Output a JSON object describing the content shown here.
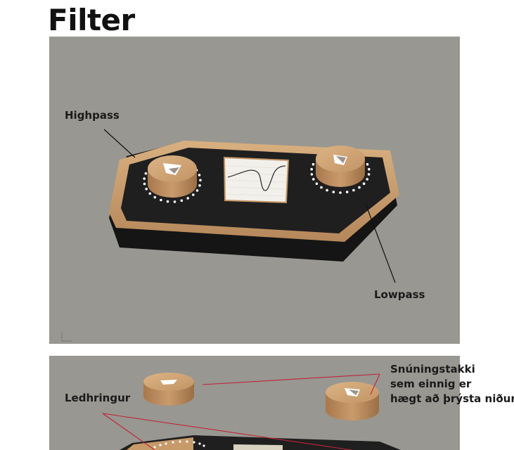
{
  "title": "Filter",
  "top_panel": {
    "label_highpass": "Highpass",
    "label_lowpass": "Lowpass"
  },
  "bottom_panel": {
    "label_ledhringur": "Ledhringur",
    "knob_desc_lines": [
      "Snúningstakki",
      "sem einnig er",
      "hægt að þrýsta niður"
    ]
  },
  "colors": {
    "background": "#989791",
    "wood": "#c79a6a",
    "panel_dark": "#1f1f1f",
    "led": "#ffffff",
    "annotation_line_bottom": "#c0243a"
  }
}
